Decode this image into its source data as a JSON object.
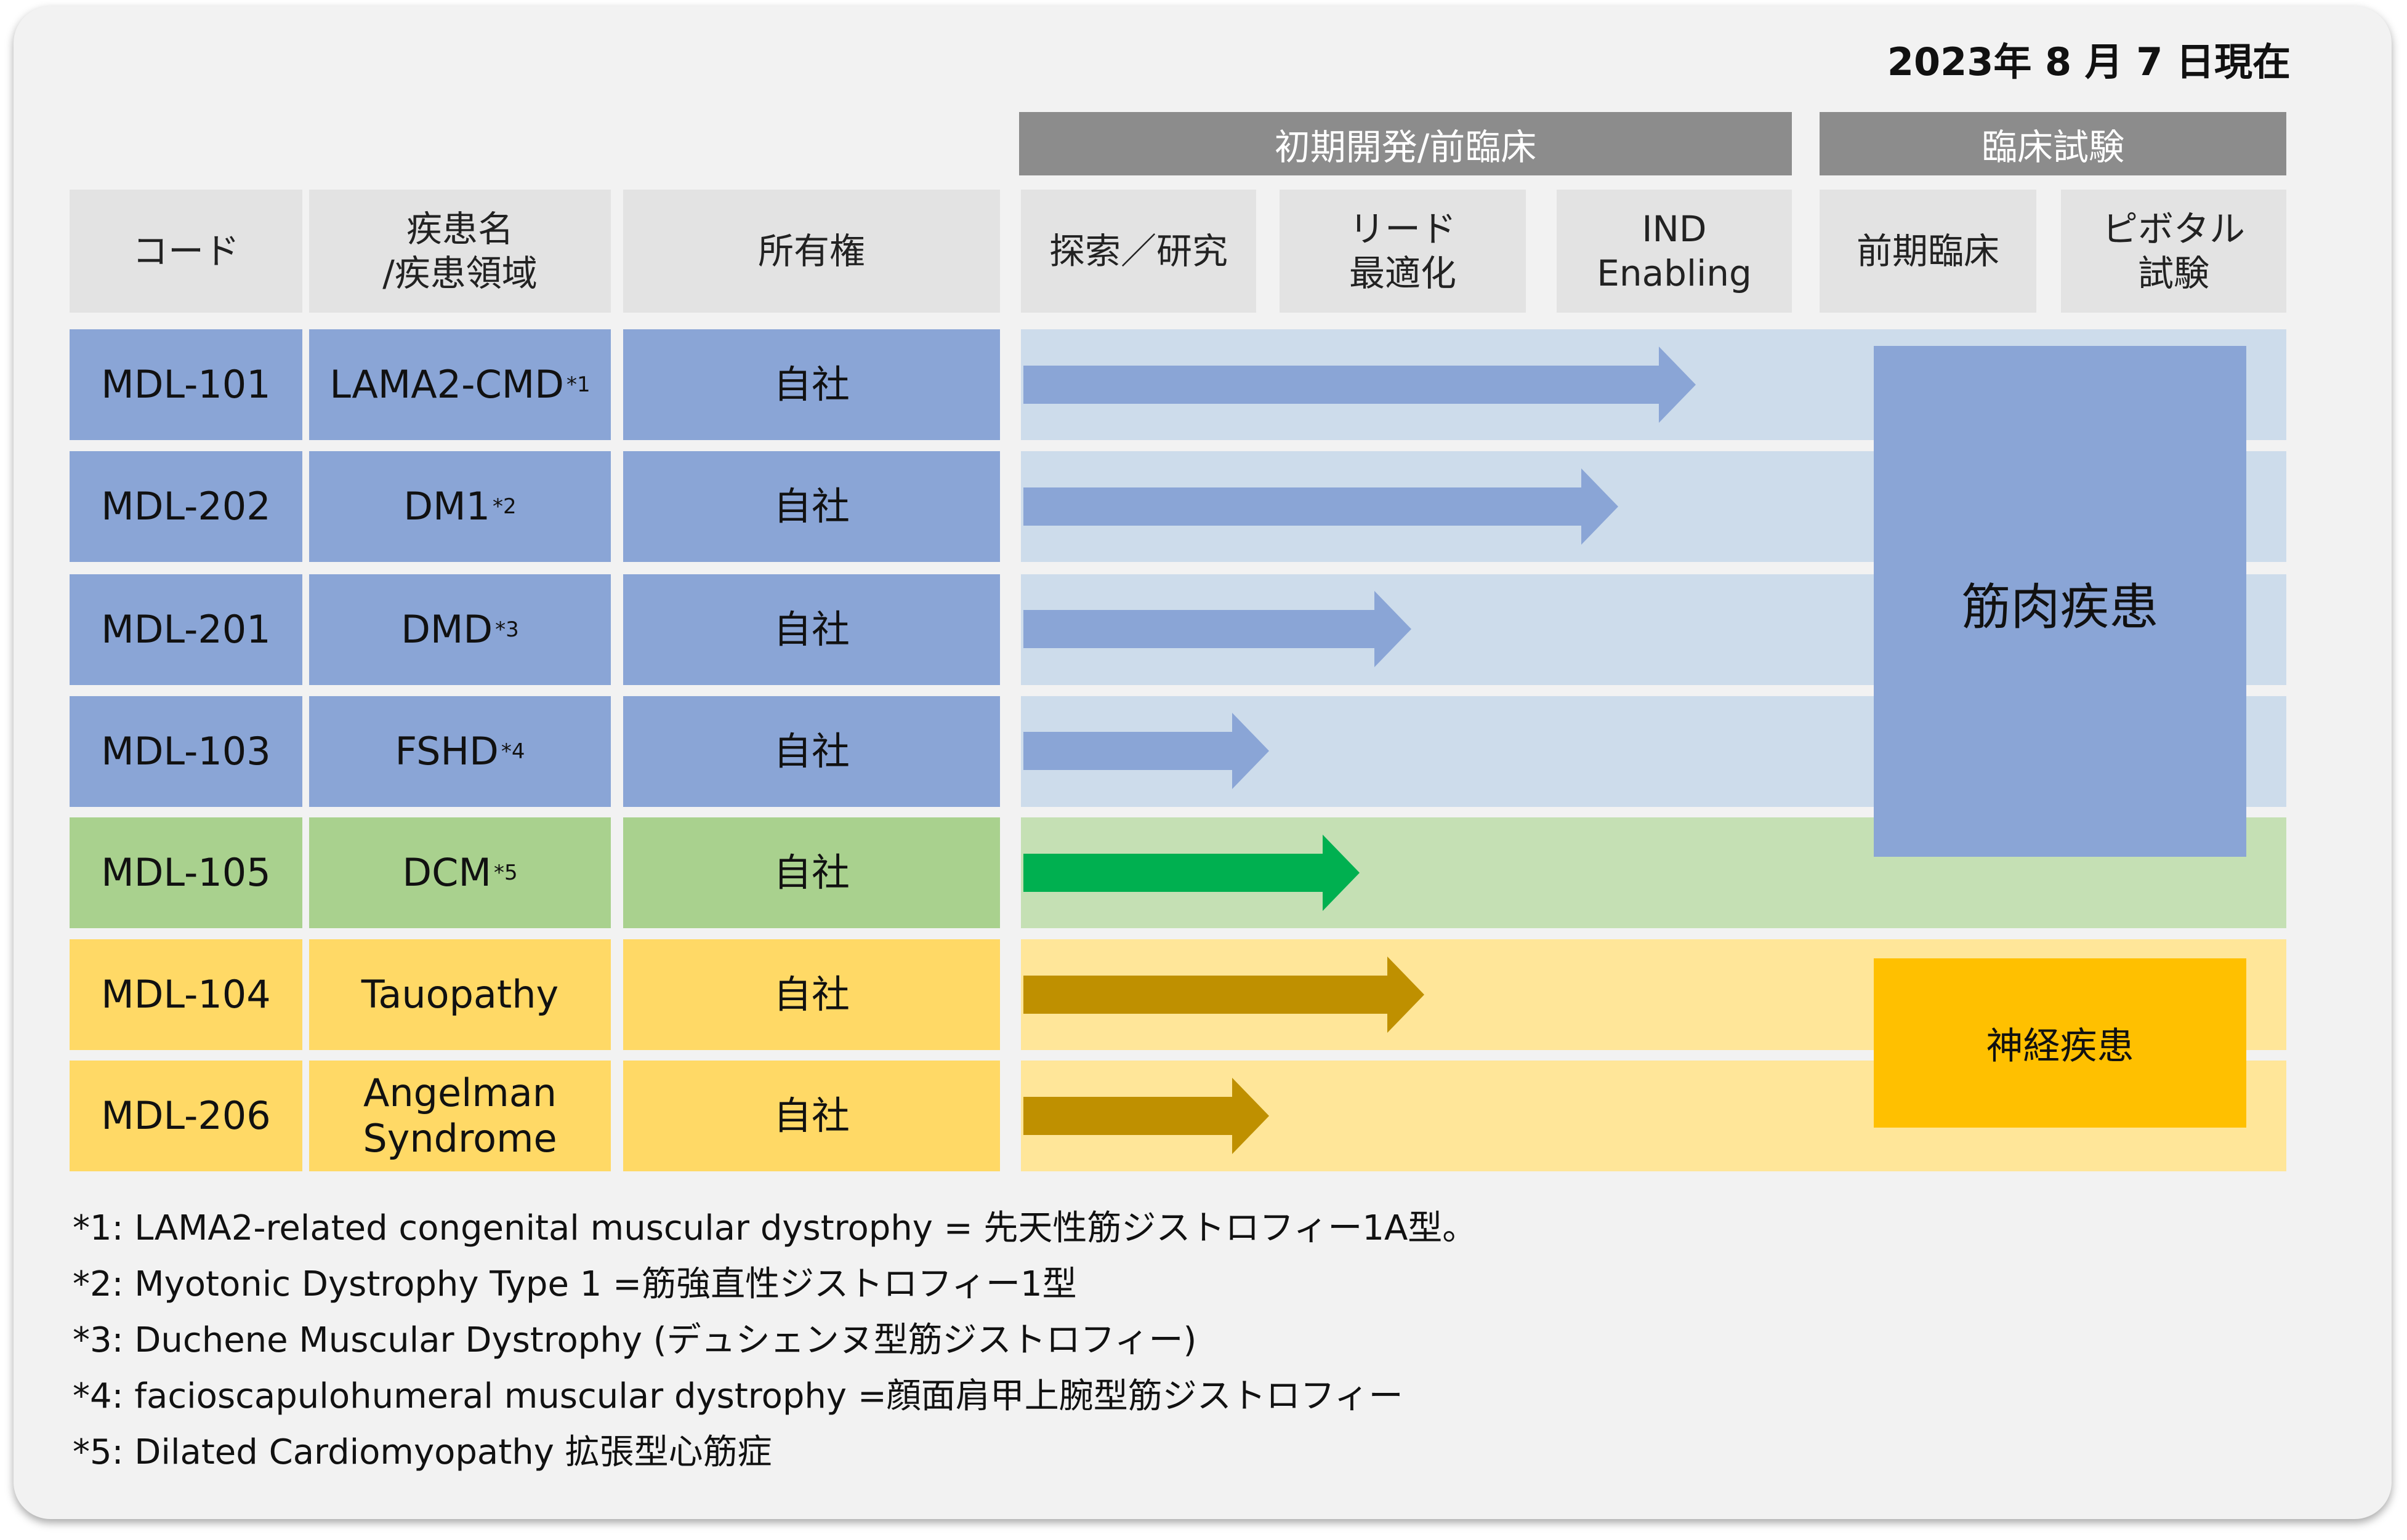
{
  "as_of_date": "2023年 8 月 7 日現在",
  "phase_groups": [
    {
      "label": "初期開発/前臨床"
    },
    {
      "label": "臨床試験"
    }
  ],
  "columns": {
    "code": "コード",
    "disease": "疾患名\n/疾患領域",
    "ownership": "所有権",
    "stages": [
      "探索／研究",
      "リード\n最適化",
      "IND\nEnabling",
      "前期臨床",
      "ピボタル\n試験"
    ]
  },
  "programs": [
    {
      "code": "MDL-101",
      "disease": "LAMA2-CMD",
      "note_ref": "*1",
      "ownership": "自社",
      "progress_stages": 2.6,
      "area": "muscle",
      "arrow_color": "#8aa5d6"
    },
    {
      "code": "MDL-202",
      "disease": "DM1 ",
      "note_ref": "*2",
      "ownership": "自社",
      "progress_stages": 2.3,
      "area": "muscle",
      "arrow_color": "#8aa5d6"
    },
    {
      "code": "MDL-201",
      "disease": "DMD ",
      "note_ref": "*3",
      "ownership": "自社",
      "progress_stages": 1.5,
      "area": "muscle",
      "arrow_color": "#8aa5d6"
    },
    {
      "code": "MDL-103",
      "disease": "FSHD ",
      "note_ref": "*4",
      "ownership": "自社",
      "progress_stages": 0.95,
      "area": "muscle",
      "arrow_color": "#8aa5d6"
    },
    {
      "code": "MDL-105",
      "disease": "DCM",
      "note_ref": "*5",
      "ownership": "自社",
      "progress_stages": 1.3,
      "area": "cardio",
      "arrow_color": "#00b050"
    },
    {
      "code": "MDL-104",
      "disease": "Tauopathy",
      "note_ref": "",
      "ownership": "自社",
      "progress_stages": 1.55,
      "area": "neuro",
      "arrow_color": "#bf9000"
    },
    {
      "code": "MDL-206",
      "disease": "Angelman\nSyndrome",
      "note_ref": "",
      "ownership": "自社",
      "progress_stages": 0.95,
      "area": "neuro",
      "arrow_color": "#bf9000"
    }
  ],
  "area_labels": {
    "muscle": "筋肉疾患",
    "neuro": "神経疾患"
  },
  "colors": {
    "muscle_cell": "#8aa5d6",
    "muscle_track": "#cddceb",
    "cardio_cell": "#a9d18e",
    "cardio_track": "#c5e0b4",
    "neuro_cell": "#ffd966",
    "neuro_track": "#ffe699",
    "neuro_box": "#ffc000",
    "header_bar": "#8c8c8c"
  },
  "footnotes": [
    "*1: LAMA2-related congenital muscular dystrophy = 先天性筋ジストロフィー1A型。",
    "*2: Myotonic Dystrophy Type 1 =筋強直性ジストロフィー1型",
    "*3: Duchene Muscular Dystrophy (デュシェンヌ型筋ジストロフィー)",
    "*4: facioscapulohumeral muscular dystrophy =顔面肩甲上腕型筋ジストロフィー",
    "*5: Dilated Cardiomyopathy 拡張型心筋症"
  ]
}
